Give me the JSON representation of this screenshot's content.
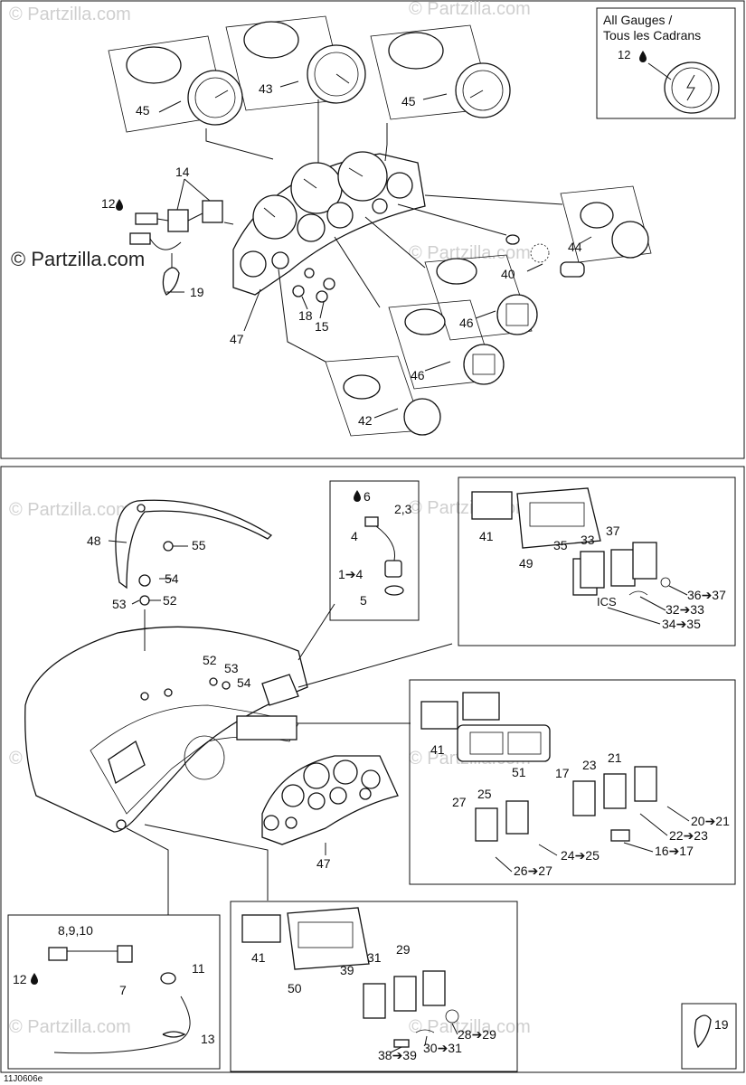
{
  "watermark": {
    "brand": "© Partzilla.com",
    "small": "© Partzilla.com"
  },
  "diagram_code": "11J0606e",
  "top_panel": {
    "note_box": {
      "line1": "All Gauges /",
      "line2": "Tous les Cadrans",
      "callout": "12",
      "callout_icon": "drop-icon"
    },
    "callouts": {
      "c45a": "45",
      "c43": "43",
      "c45b": "45",
      "c14": "14",
      "c12": "12",
      "c19": "19",
      "c40": "40",
      "c44": "44",
      "c46a": "46",
      "c46b": "46",
      "c18": "18",
      "c15": "15",
      "c47": "47",
      "c42": "42"
    }
  },
  "bottom_panel": {
    "callouts": {
      "c48": "48",
      "c55": "55",
      "c54a": "54",
      "c53a": "53",
      "c52a": "52",
      "c52b": "52",
      "c53b": "53",
      "c54b": "54",
      "c47": "47"
    },
    "sensor_box": {
      "c6": "6",
      "c23": "2,3",
      "c4": "4",
      "c14": "1➔4",
      "c5": "5"
    },
    "switch_box_top": {
      "c41": "41",
      "c49": "49",
      "c35": "35",
      "c33": "33",
      "c37": "37",
      "c3637": "36➔37",
      "c3233": "32➔33",
      "c3435": "34➔35",
      "ics": "ICS"
    },
    "switch_box_mid": {
      "c41": "41",
      "c51": "51",
      "c17": "17",
      "c23": "23",
      "c21": "21",
      "c27": "27",
      "c25": "25",
      "c2021": "20➔21",
      "c2223": "22➔23",
      "c2425": "24➔25",
      "c1617": "16➔17",
      "c2627": "26➔27"
    },
    "key_box": {
      "c8910": "8,9,10",
      "c11": "11",
      "c12": "12",
      "c7": "7",
      "c13": "13"
    },
    "switch_box_bottom": {
      "c41": "41",
      "c50": "50",
      "c39": "39",
      "c31": "31",
      "c29": "29",
      "c2829": "28➔29",
      "c3031": "30➔31",
      "c3839": "38➔39"
    },
    "tie_box": {
      "c19": "19"
    }
  }
}
